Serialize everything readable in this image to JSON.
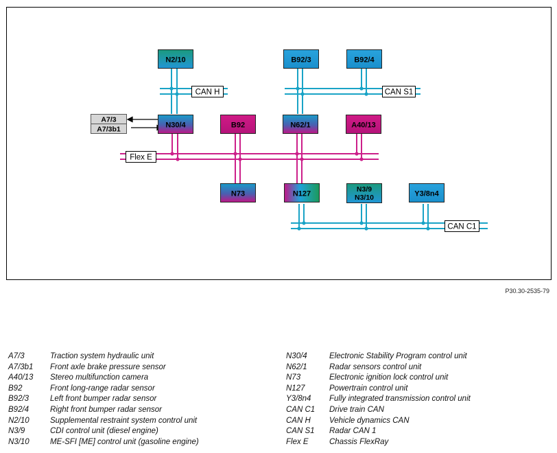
{
  "diagram": {
    "components": [
      {
        "id": "n2_10",
        "lines": [
          "N2/10"
        ],
        "fill": "teal-blue"
      },
      {
        "id": "b92_3",
        "lines": [
          "B92/3"
        ],
        "fill": "blue"
      },
      {
        "id": "b92_4",
        "lines": [
          "B92/4"
        ],
        "fill": "blue"
      },
      {
        "id": "n30_4",
        "lines": [
          "N30/4"
        ],
        "fill": "blue-magenta"
      },
      {
        "id": "b92",
        "lines": [
          "B92"
        ],
        "fill": "magenta"
      },
      {
        "id": "n62_1",
        "lines": [
          "N62/1"
        ],
        "fill": "blue-magenta"
      },
      {
        "id": "a40_13",
        "lines": [
          "A40/13"
        ],
        "fill": "magenta"
      },
      {
        "id": "n73",
        "lines": [
          "N73"
        ],
        "fill": "blue-magenta"
      },
      {
        "id": "n127",
        "lines": [
          "N127"
        ],
        "fill": "multi"
      },
      {
        "id": "n3_9",
        "lines": [
          "N3/9",
          "N3/10"
        ],
        "fill": "teal-blue"
      },
      {
        "id": "y3_8n4",
        "lines": [
          "Y3/8n4"
        ],
        "fill": "blue"
      }
    ],
    "external": [
      "A7/3",
      "A7/3b1"
    ],
    "bus_labels": {
      "can_h": "CAN H",
      "can_s1": "CAN S1",
      "flex_e": "Flex E",
      "can_c1": "CAN C1"
    },
    "colors": {
      "can_bus": "#19a3c6",
      "flexray_bus": "#cc1f8a",
      "blue_box": "#1e9ad0",
      "teal_box": "#1d9a8c",
      "magenta_box": "#c8177f",
      "external_box": "#d6d6d6"
    }
  },
  "reference": "P30.30-2535-79",
  "legend": {
    "left": [
      {
        "code": "A7/3",
        "desc": "Traction system hydraulic unit"
      },
      {
        "code": "A7/3b1",
        "desc": "Front axle brake pressure sensor"
      },
      {
        "code": "A40/13",
        "desc": "Stereo multifunction camera"
      },
      {
        "code": "B92",
        "desc": "Front long-range radar sensor"
      },
      {
        "code": "B92/3",
        "desc": "Left front bumper radar sensor"
      },
      {
        "code": "B92/4",
        "desc": "Right front bumper radar sensor"
      },
      {
        "code": "N2/10",
        "desc": "Supplemental restraint system control unit"
      },
      {
        "code": "N3/9",
        "desc": "CDI control unit (diesel engine)"
      },
      {
        "code": "N3/10",
        "desc": "ME-SFI [ME] control unit (gasoline engine)"
      }
    ],
    "right": [
      {
        "code": "N30/4",
        "desc": "Electronic Stability Program control unit"
      },
      {
        "code": "N62/1",
        "desc": "Radar sensors control unit"
      },
      {
        "code": "N73",
        "desc": "Electronic ignition lock control unit"
      },
      {
        "code": "N127",
        "desc": "Powertrain control unit"
      },
      {
        "code": "Y3/8n4",
        "desc": "Fully integrated transmission control unit"
      },
      {
        "code": "CAN C1",
        "desc": "Drive train CAN"
      },
      {
        "code": "CAN H",
        "desc": "Vehicle dynamics CAN"
      },
      {
        "code": "CAN S1",
        "desc": "Radar CAN 1"
      },
      {
        "code": "Flex E",
        "desc": "Chassis FlexRay"
      }
    ]
  }
}
